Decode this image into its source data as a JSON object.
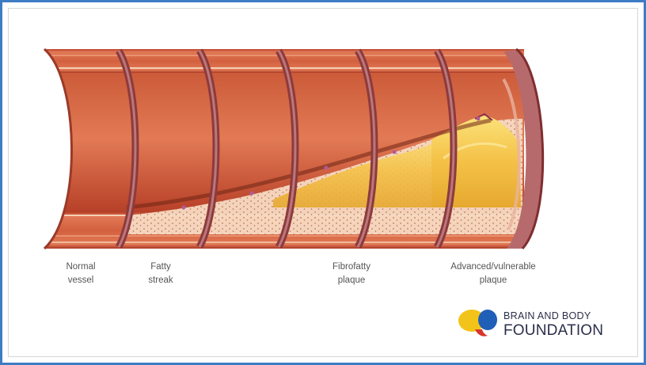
{
  "stages": [
    {
      "label": "Normal\nvessel"
    },
    {
      "label": "Fatty\nstreak"
    },
    {
      "label": "Fibrofatty\nplaque"
    },
    {
      "label": "Advanced/vulnerable\nplaque"
    }
  ],
  "logo": {
    "line1_a": "BRAIN",
    "line1_b": "AND BODY",
    "line2": "FOUNDATION"
  },
  "colors": {
    "frame_border": "#3d7cc4",
    "vessel_wall": "#d9603f",
    "vessel_inner": "#c84a2c",
    "plaque_yellow": "#f7c84a",
    "plaque_cream": "#f6dcc0",
    "logo_yellow": "#f2c318",
    "logo_blue": "#1f5fb8",
    "logo_red": "#d8342a"
  }
}
